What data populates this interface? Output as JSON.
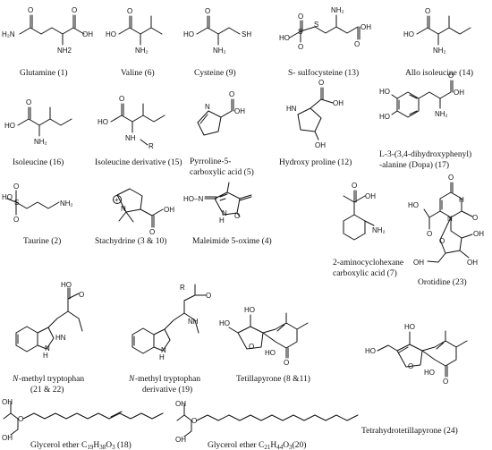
{
  "compounds": {
    "glutamine": "Glutamine (1)",
    "valine": "Valine (6)",
    "cysteine": "Cysteine (9)",
    "s_sulfocysteine": "S- sulfocysteine (13)",
    "allo_isoleucine": "Allo isoleucine (14)",
    "isoleucine": "Isoleucine (16)",
    "isoleucine_derivative": "Isoleucine derivative (15)",
    "pyrroline_1": "Pyrroline-5-",
    "pyrroline_2": "carboxylic acid (5)",
    "hydroxy_proline": "Hydroxy proline (12)",
    "dopa_1": "L-3-(3,4-dihydroxyphenyl)",
    "dopa_2": "-alanine (Dopa) (17)",
    "taurine": "Taurine  (2)",
    "stachydrine": "Stachydrine (3 & 10)",
    "maleimide": "Maleimide 5-oxime (4)",
    "aminocyclohexane_1": "2-aminocyclohexane",
    "aminocyclohexane_2": "carboxylic acid (7)",
    "orotidine": "Orotidine (23)",
    "nmt_1_italic": "N",
    "nmt_1_rest": "-methyl tryptophan",
    "nmt_2": "(21 & 22)",
    "nmtd_1_italic": "N",
    "nmtd_1_rest": "-methyl tryptophan",
    "nmtd_2": "derivative (19)",
    "tetillapyrone": "Tetillapyrone  (8 &11)",
    "tetrahydrotetillapyrone": "Tetrahydrotetillapyrone  (24)",
    "glycerol_18_prefix": "Glycerol ether C",
    "glycerol_18_c": "19",
    "glycerol_18_h": "H",
    "glycerol_18_hn": "38",
    "glycerol_18_o": "O",
    "glycerol_18_on": "3",
    "glycerol_18_suffix": " (18)",
    "glycerol_20_prefix": "Glycerol ether C",
    "glycerol_20_c": "21",
    "glycerol_20_h": "H",
    "glycerol_20_hn": "44",
    "glycerol_20_o": "O",
    "glycerol_20_on": "3",
    "glycerol_20_suffix": "(20)"
  },
  "atoms": {
    "h2n": "H₂N",
    "nh2_plain": "NH2",
    "nh2": "NH₂",
    "oh": "OH",
    "ho": "HO",
    "o": "O",
    "sh": "SH",
    "s": "S",
    "n": "N",
    "nh": "NH",
    "hn": "HN",
    "h": "H",
    "r": "R",
    "n_oxime": "HO–N",
    "plus": "+"
  }
}
